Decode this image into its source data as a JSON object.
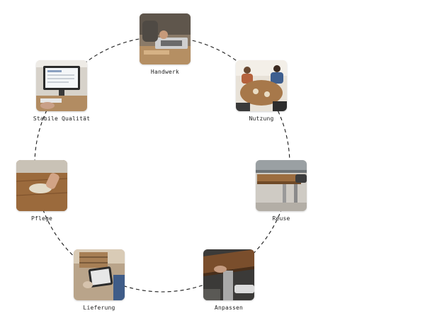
{
  "diagram": {
    "stages": [
      {
        "label": "Handwerk",
        "icon": "woodworking-photo-icon"
      },
      {
        "label": "Nutzung",
        "icon": "people-at-table-photo-icon"
      },
      {
        "label": "Reuse",
        "icon": "table-reuse-photo-icon"
      },
      {
        "label": "Anpassen",
        "icon": "table-leg-adjust-photo-icon"
      },
      {
        "label": "Lieferung",
        "icon": "tablet-delivery-photo-icon"
      },
      {
        "label": "Pflege",
        "icon": "cleaning-table-photo-icon"
      },
      {
        "label": "Stabile Qualität",
        "icon": "computer-quality-photo-icon"
      }
    ],
    "ring_color": "#1a1a1a"
  }
}
